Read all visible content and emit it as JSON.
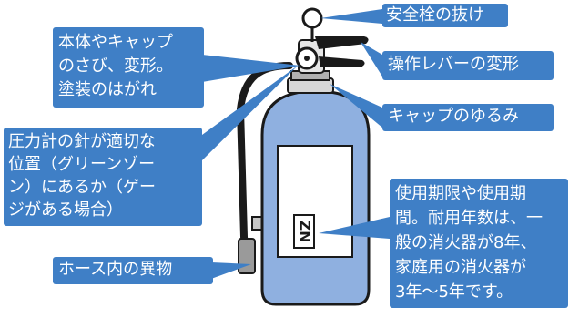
{
  "colors": {
    "callout": "#3f7fc6",
    "body": "#8fb0e0",
    "outline": "#1a1a1a",
    "label": "#ffffff"
  },
  "callouts": {
    "safety_pin": "安全栓の抜け",
    "body_rust": "本体やキャップ\nのさび、変形。\n塗装のはがれ",
    "lever": "操作レバーの変形",
    "cap": "キャップのゆるみ",
    "gauge": "圧力計の針が適切な\n位置（グリーンゾー\nン）にあるか（ゲー\nジがある場合）",
    "expiry": "使用期限や使用期\n間。耐用年数は、一\n般の消火器が8年、\n家庭用の消火器が\n3年〜5年です。",
    "hose": "ホース内の異物"
  },
  "label_plate": "ZN"
}
